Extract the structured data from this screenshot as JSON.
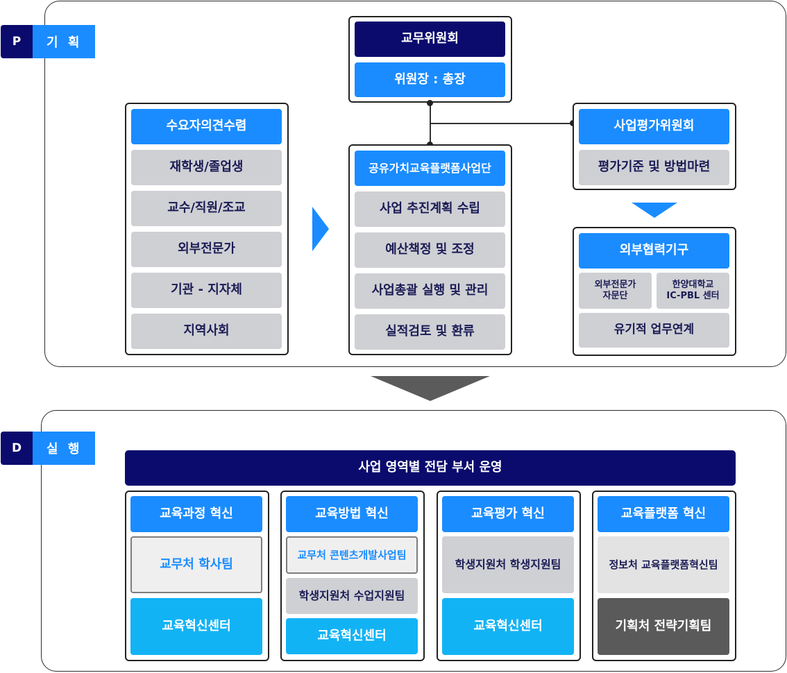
{
  "plan": {
    "letter": "P",
    "name": "기 획",
    "committee": {
      "title": "교무위원회",
      "chair": "위원장 : 총장"
    },
    "demand": {
      "title": "수요자의견수렴",
      "items": [
        "재학생/졸업생",
        "교수/직원/조교",
        "외부전문가",
        "기관 - 지자체",
        "지역사회"
      ]
    },
    "project": {
      "title": "공유가치교육플랫폼사업단",
      "items": [
        "사업 추진계획 수립",
        "예산책정 및 조정",
        "사업총괄 실행 및 관리",
        "실적검토 및 환류"
      ]
    },
    "evaluation": {
      "title": "사업평가위원회",
      "item": "평가기준 및 방법마련"
    },
    "external": {
      "title": "외부협력기구",
      "sub1": "외부전문가\n자문단",
      "sub2": "한양대학교\nIC-PBL 센터",
      "item": "유기적 업무연계"
    }
  },
  "do": {
    "letter": "D",
    "name": "실 행",
    "banner": "사업 영역별 전담 부서 운영",
    "columns": [
      {
        "title": "교육과정 혁신",
        "items": [
          "교무처 학사팀",
          "교육혁신센터"
        ]
      },
      {
        "title": "교육방법 혁신",
        "items": [
          "교무처 콘텐츠개발사업팀",
          "학생지원처 수업지원팀",
          "교육혁신센터"
        ]
      },
      {
        "title": "교육평가 혁신",
        "items": [
          "학생지원처 학생지원팀",
          "교육혁신센터"
        ]
      },
      {
        "title": "교육플랫폼 혁신",
        "items": [
          "정보처 교육플랫폼혁신팀",
          "기획처 전략기획팀"
        ]
      }
    ]
  },
  "colors": {
    "navy": "#0b0b6e",
    "blue": "#1a8cff",
    "cyan": "#12b3f5",
    "gray": "#cfd0d4",
    "arrow": "#5b5b5b"
  }
}
